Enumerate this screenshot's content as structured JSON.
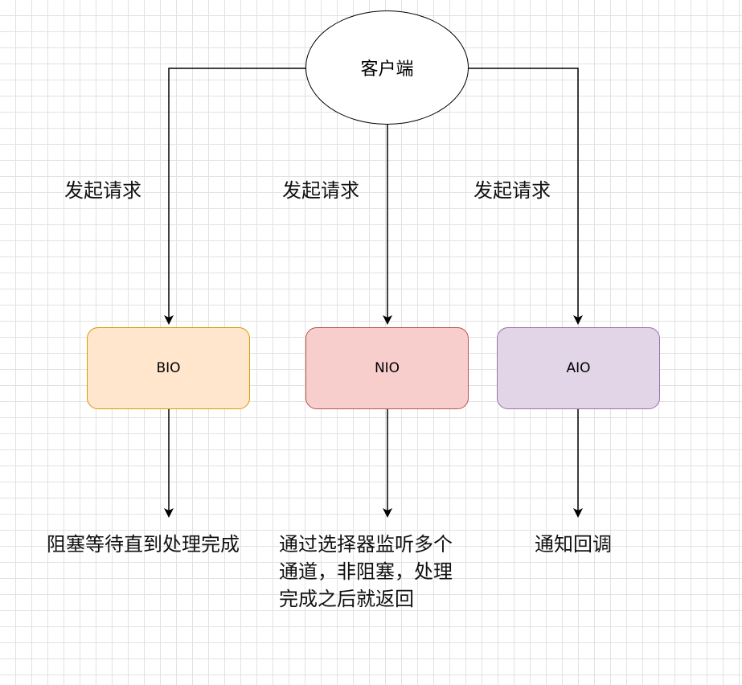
{
  "colors": {
    "bio_fill": "#ffe6cc",
    "bio_stroke": "#d79b00",
    "nio_fill": "#f8cecc",
    "nio_stroke": "#b85450",
    "aio_fill": "#e1d5e7",
    "aio_stroke": "#9673a6",
    "line": "#000000"
  },
  "client": {
    "label": "客户端"
  },
  "edges": {
    "bio_label": "发起请求",
    "nio_label": "发起请求",
    "aio_label": "发起请求"
  },
  "nodes": {
    "bio": "BIO",
    "nio": "NIO",
    "aio": "AIO"
  },
  "outcomes": {
    "bio": "阻塞等待直到处理完成",
    "nio_lines": [
      "通过选择器监听多个",
      "通道，非阻塞，处理",
      "完成之后就返回"
    ],
    "aio": "通知回调"
  }
}
